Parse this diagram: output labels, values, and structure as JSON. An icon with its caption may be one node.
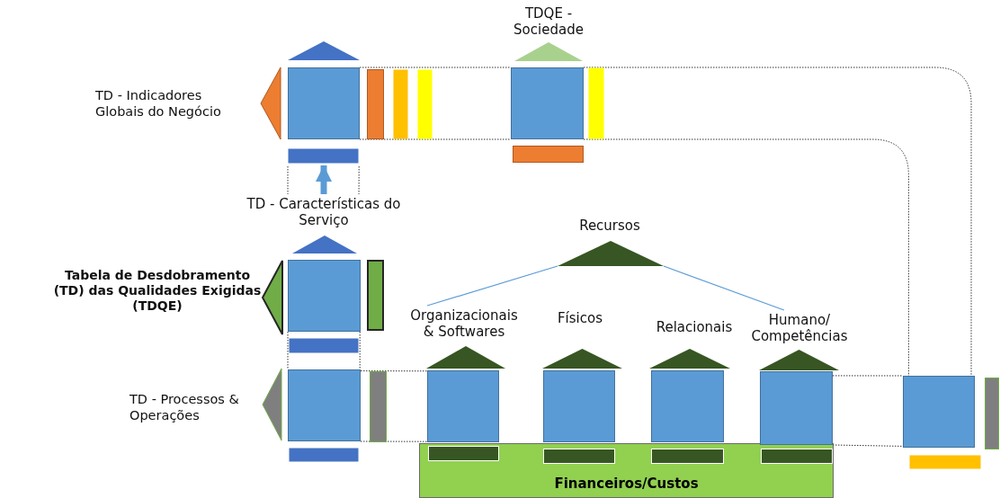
{
  "diagram": {
    "nodes": [
      {
        "text": [],
        "shape": "box"
      },
      {
        "text": [],
        "shape": "box",
        "beside": [
          "TDQE - Sociedade"
        ]
      },
      {
        "text": [
          "TD - Características do Serviço"
        ]
      },
      {
        "text": [],
        "shape": "box",
        "beside": [
          "Tabela de Desdobramento (TD) das Qualidades Exigidas (TDQE)"
        ]
      },
      {
        "text": [],
        "shape": "box"
      },
      {
        "text": [],
        "shape": "triangle",
        "beside": [
          "Recursos"
        ]
      },
      {
        "text": [
          "Organizacionais & Softwares"
        ]
      },
      {
        "text": [
          "Físicos"
        ]
      },
      {
        "text": [
          "Relacionais"
        ]
      },
      {
        "text": [
          "Humano/ Competências"
        ]
      },
      {
        "text": [],
        "shape": "box"
      },
      {
        "text": [],
        "shape": "box"
      },
      {
        "text": [],
        "shape": "box"
      },
      {
        "text": [],
        "shape": "box"
      },
      {
        "text": [],
        "shape": "box"
      },
      {
        "text": [
          "Financeiros/Custos"
        ]
      }
    ],
    "edges": [
      {
        "from": 0,
        "to": 1,
        "arrow": "none",
        "style": "dashed"
      },
      {
        "from": 0,
        "to": 1,
        "arrow": "none",
        "style": "dashed"
      },
      {
        "from": 2,
        "to": 0,
        "arrow": "to",
        "style": "thick",
        "color": "#5b9bd5"
      },
      {
        "from": 3,
        "to": 4,
        "arrow": "none",
        "style": "dashed"
      },
      {
        "from": 3,
        "to": 4,
        "arrow": "none",
        "style": "dashed"
      },
      {
        "from": 4,
        "to": 10,
        "arrow": "none",
        "style": "dashed"
      },
      {
        "from": 4,
        "to": 10,
        "arrow": "none",
        "style": "dashed"
      },
      {
        "from": 13,
        "to": 14,
        "arrow": "none",
        "style": "dashed"
      },
      {
        "from": 13,
        "to": 14,
        "arrow": "none",
        "style": "dashed"
      },
      {
        "from": 1,
        "to": 14,
        "arrow": "none",
        "style": "dashed"
      },
      {
        "from": 1,
        "to": 14,
        "arrow": "none",
        "style": "dashed"
      },
      {
        "from": 5,
        "to": 6,
        "arrow": "none",
        "color": "#5b9bd5"
      },
      {
        "from": 5,
        "to": 9,
        "arrow": "none",
        "color": "#5b9bd5"
      },
      {
        "from": 0,
        "to": 2,
        "arrow": "none",
        "style": "dashed"
      },
      {
        "from": 0,
        "to": 2,
        "arrow": "none",
        "style": "dashed"
      }
    ],
    "labels": [
      "TD - Indicadores Globais do Negócio",
      "TD - Processos & Operações"
    ]
  }
}
